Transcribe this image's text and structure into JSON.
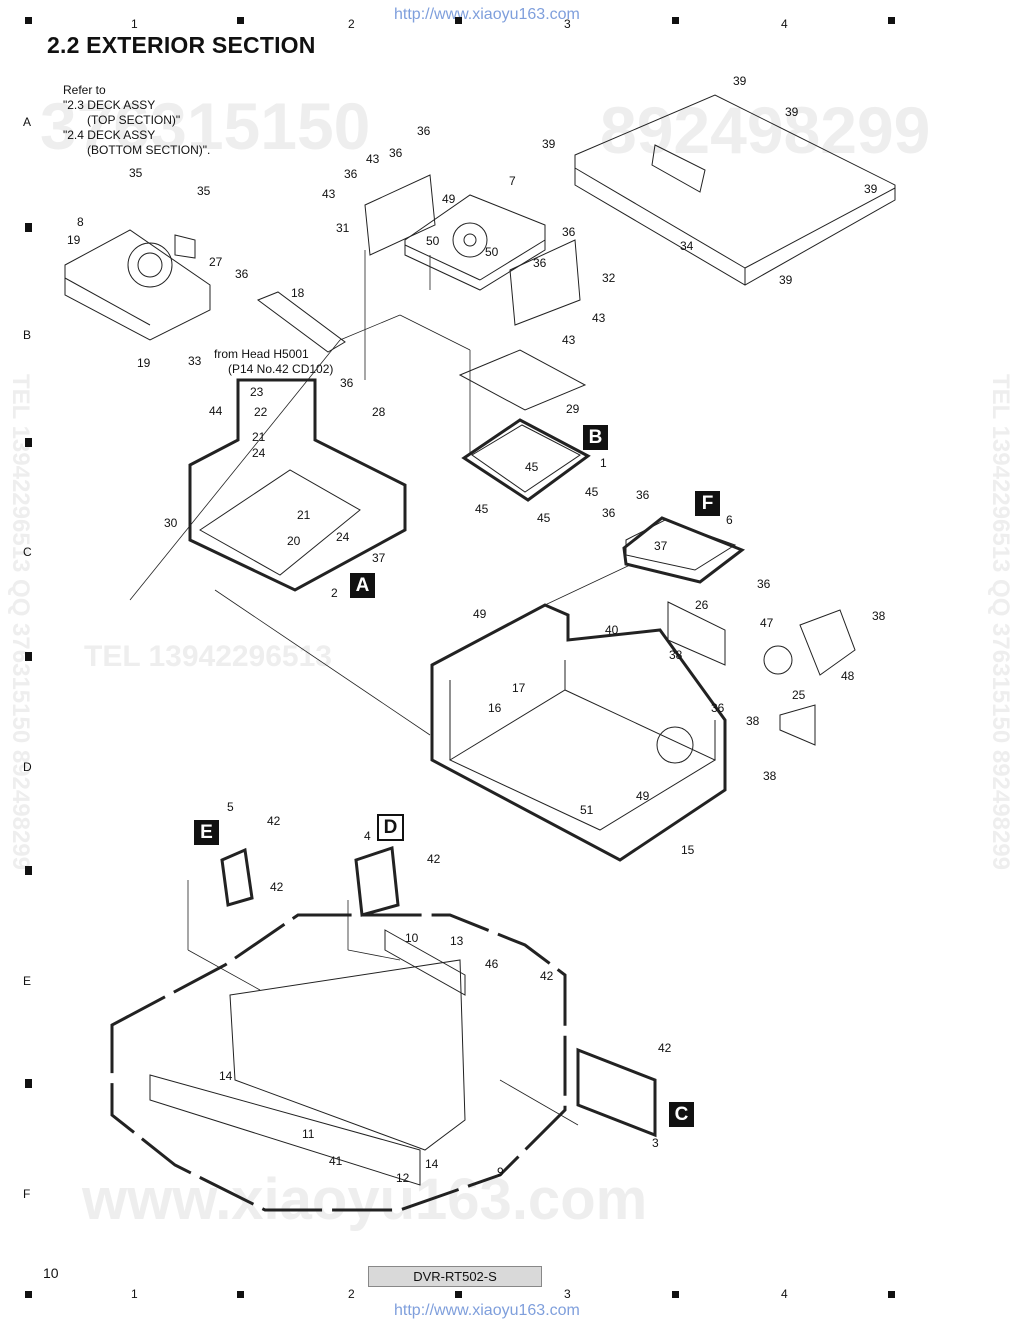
{
  "header": {
    "url": "http://www.xiaoyu163.com",
    "columns": [
      "1",
      "2",
      "3",
      "4"
    ]
  },
  "footer": {
    "url": "http://www.xiaoyu163.com",
    "page_number": "10",
    "model": "DVR-RT502-S",
    "columns": [
      "1",
      "2",
      "3",
      "4"
    ]
  },
  "title": "2.2  EXTERIOR SECTION",
  "rows": [
    "A",
    "B",
    "C",
    "D",
    "E",
    "F"
  ],
  "refer": {
    "line1": "Refer to",
    "line2": "\"2.3 DECK ASSY",
    "line3": "(TOP SECTION)\"",
    "line4": "\"2.4 DECK ASSY",
    "line5": "(BOTTOM SECTION)\"."
  },
  "head_note": {
    "line1": "from Head H5001",
    "line2": "(P14 No.42 CD102)"
  },
  "badges": {
    "a": "A",
    "b": "B",
    "c": "C",
    "d": "D",
    "e": "E",
    "f": "F"
  },
  "watermarks": {
    "phone1": "376315150",
    "phone2": "892498299",
    "tel": "TEL  13942296513",
    "web": "www.xiaoyu163.com",
    "side1": "TEL  13942296513  QQ  376315150  892498299",
    "side2": "TEL  13942296513  QQ  376315150  892498299"
  },
  "parts": [
    {
      "id": "p39a",
      "t": "39"
    },
    {
      "id": "p39b",
      "t": "39"
    },
    {
      "id": "p39c",
      "t": "39"
    },
    {
      "id": "p39d",
      "t": "39"
    },
    {
      "id": "p39e",
      "t": "39"
    },
    {
      "id": "p36a",
      "t": "36"
    },
    {
      "id": "p36b",
      "t": "36"
    },
    {
      "id": "p36c",
      "t": "36"
    },
    {
      "id": "p43a",
      "t": "43"
    },
    {
      "id": "p43b",
      "t": "43"
    },
    {
      "id": "p7",
      "t": "7"
    },
    {
      "id": "p49a",
      "t": "49"
    },
    {
      "id": "p34",
      "t": "34"
    },
    {
      "id": "p31",
      "t": "31"
    },
    {
      "id": "p50a",
      "t": "50"
    },
    {
      "id": "p50b",
      "t": "50"
    },
    {
      "id": "p36d",
      "t": "36"
    },
    {
      "id": "p36e",
      "t": "36"
    },
    {
      "id": "p32",
      "t": "32"
    },
    {
      "id": "p43c",
      "t": "43"
    },
    {
      "id": "p43d",
      "t": "43"
    },
    {
      "id": "p35a",
      "t": "35"
    },
    {
      "id": "p35b",
      "t": "35"
    },
    {
      "id": "p8",
      "t": "8"
    },
    {
      "id": "p19a",
      "t": "19"
    },
    {
      "id": "p27",
      "t": "27"
    },
    {
      "id": "p36f",
      "t": "36"
    },
    {
      "id": "p18",
      "t": "18"
    },
    {
      "id": "p19b",
      "t": "19"
    },
    {
      "id": "p33",
      "t": "33"
    },
    {
      "id": "p36g",
      "t": "36"
    },
    {
      "id": "p29",
      "t": "29"
    },
    {
      "id": "p23",
      "t": "23"
    },
    {
      "id": "p22",
      "t": "22"
    },
    {
      "id": "p28",
      "t": "28"
    },
    {
      "id": "p44",
      "t": "44"
    },
    {
      "id": "p21a",
      "t": "21"
    },
    {
      "id": "p24a",
      "t": "24"
    },
    {
      "id": "p21b",
      "t": "21"
    },
    {
      "id": "p30",
      "t": "30"
    },
    {
      "id": "p20",
      "t": "20"
    },
    {
      "id": "p24b",
      "t": "24"
    },
    {
      "id": "p37a",
      "t": "37"
    },
    {
      "id": "p2",
      "t": "2"
    },
    {
      "id": "p45a",
      "t": "45"
    },
    {
      "id": "p1",
      "t": "1"
    },
    {
      "id": "p45b",
      "t": "45"
    },
    {
      "id": "p45c",
      "t": "45"
    },
    {
      "id": "p45d",
      "t": "45"
    },
    {
      "id": "p36h",
      "t": "36"
    },
    {
      "id": "p36i",
      "t": "36"
    },
    {
      "id": "p6",
      "t": "6"
    },
    {
      "id": "p37b",
      "t": "37"
    },
    {
      "id": "p36j",
      "t": "36"
    },
    {
      "id": "p49b",
      "t": "49"
    },
    {
      "id": "p26",
      "t": "26"
    },
    {
      "id": "p40",
      "t": "40"
    },
    {
      "id": "p47",
      "t": "47"
    },
    {
      "id": "p38a",
      "t": "38"
    },
    {
      "id": "p38b",
      "t": "38"
    },
    {
      "id": "p48",
      "t": "48"
    },
    {
      "id": "p17",
      "t": "17"
    },
    {
      "id": "p16",
      "t": "16"
    },
    {
      "id": "p25",
      "t": "25"
    },
    {
      "id": "p36k",
      "t": "36"
    },
    {
      "id": "p38c",
      "t": "38"
    },
    {
      "id": "p38d",
      "t": "38"
    },
    {
      "id": "p49c",
      "t": "49"
    },
    {
      "id": "p51",
      "t": "51"
    },
    {
      "id": "p15",
      "t": "15"
    },
    {
      "id": "p5",
      "t": "5"
    },
    {
      "id": "p42a",
      "t": "42"
    },
    {
      "id": "p42b",
      "t": "42"
    },
    {
      "id": "p4",
      "t": "4"
    },
    {
      "id": "p42c",
      "t": "42"
    },
    {
      "id": "p10",
      "t": "10"
    },
    {
      "id": "p13",
      "t": "13"
    },
    {
      "id": "p46",
      "t": "46"
    },
    {
      "id": "p42d",
      "t": "42"
    },
    {
      "id": "p42e",
      "t": "42"
    },
    {
      "id": "p14a",
      "t": "14"
    },
    {
      "id": "p11",
      "t": "11"
    },
    {
      "id": "p41",
      "t": "41"
    },
    {
      "id": "p12",
      "t": "12"
    },
    {
      "id": "p14b",
      "t": "14"
    },
    {
      "id": "p9",
      "t": "9"
    },
    {
      "id": "p3",
      "t": "3"
    }
  ]
}
